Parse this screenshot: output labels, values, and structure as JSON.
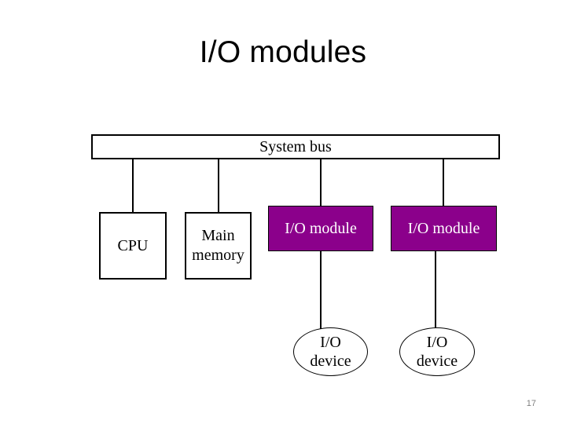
{
  "slide": {
    "title": "I/O modules",
    "page_number": "17",
    "background_color": "#ffffff"
  },
  "diagram": {
    "type": "block-diagram",
    "bus": {
      "label": "System bus",
      "fill": "#ffffff",
      "stroke": "#000000"
    },
    "nodes": [
      {
        "id": "cpu",
        "label": "CPU",
        "shape": "rect",
        "fill": "#ffffff",
        "text_color": "#000000"
      },
      {
        "id": "main-memory",
        "label_line1": "Main",
        "label_line2": "memory",
        "shape": "rect",
        "fill": "#ffffff",
        "text_color": "#000000"
      },
      {
        "id": "io-module-1",
        "label": "I/O module",
        "shape": "rect",
        "fill": "#8B008B",
        "text_color": "#ffffff"
      },
      {
        "id": "io-module-2",
        "label": "I/O module",
        "shape": "rect",
        "fill": "#8B008B",
        "text_color": "#ffffff"
      }
    ],
    "devices": [
      {
        "id": "io-device-1",
        "label_line1": "I/O",
        "label_line2": "device",
        "shape": "ellipse",
        "fill": "#ffffff",
        "text_color": "#000000"
      },
      {
        "id": "io-device-2",
        "label_line1": "I/O",
        "label_line2": "device",
        "shape": "ellipse",
        "fill": "#ffffff",
        "text_color": "#000000"
      }
    ]
  }
}
